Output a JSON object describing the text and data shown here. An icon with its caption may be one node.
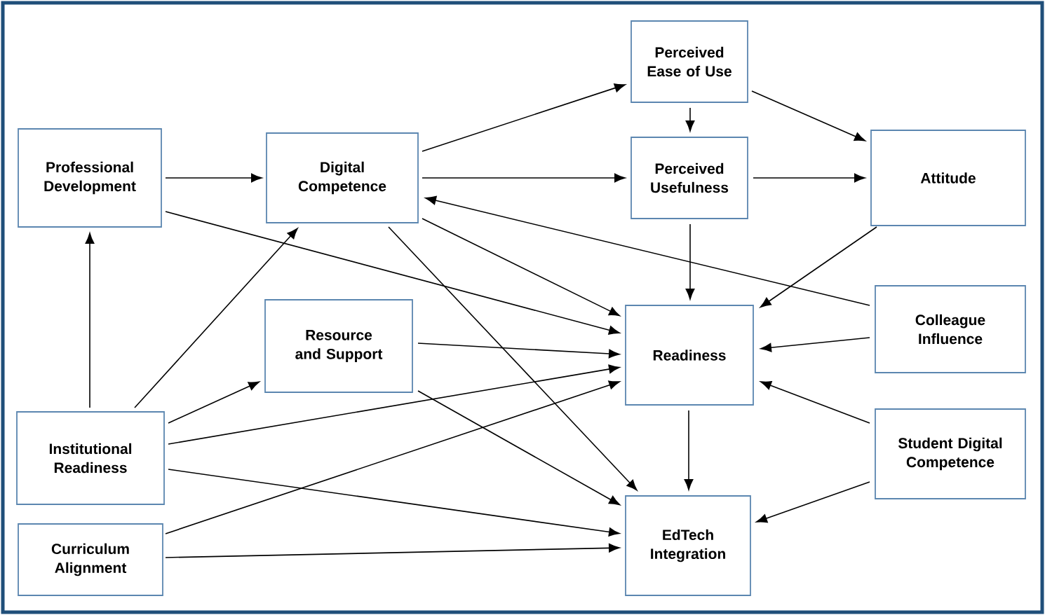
{
  "diagram": {
    "nodes": [
      {
        "text": [
          "Perceived Ease of Use"
        ]
      },
      {
        "text": [
          "Professional Development"
        ]
      },
      {
        "text": [
          "Digital Competence"
        ]
      },
      {
        "text": [
          "Perceived Usefulness"
        ]
      },
      {
        "text": [
          "Attitude"
        ]
      },
      {
        "text": [
          "Resource and Support"
        ]
      },
      {
        "text": [
          "Readiness"
        ]
      },
      {
        "text": [
          "Colleague Influence"
        ]
      },
      {
        "text": [
          "Institutional Readiness"
        ]
      },
      {
        "text": [
          "Student Digital Competence"
        ]
      },
      {
        "text": [
          "Curriculum Alignment"
        ]
      },
      {
        "text": [
          "EdTech Integration"
        ]
      }
    ],
    "edges": [
      {
        "from": 1,
        "to": 2,
        "arrow": "to"
      },
      {
        "from": 2,
        "to": 0,
        "arrow": "to"
      },
      {
        "from": 2,
        "to": 3,
        "arrow": "to"
      },
      {
        "from": 0,
        "to": 3,
        "arrow": "to"
      },
      {
        "from": 0,
        "to": 4,
        "arrow": "to"
      },
      {
        "from": 3,
        "to": 4,
        "arrow": "to"
      },
      {
        "from": 3,
        "to": 6,
        "arrow": "to"
      },
      {
        "from": 4,
        "to": 6,
        "arrow": "to"
      },
      {
        "from": 1,
        "to": 6,
        "arrow": "to"
      },
      {
        "from": 2,
        "to": 6,
        "arrow": "to"
      },
      {
        "from": 2,
        "to": 11,
        "arrow": "to"
      },
      {
        "from": 7,
        "to": 2,
        "arrow": "to"
      },
      {
        "from": 7,
        "to": 6,
        "arrow": "to"
      },
      {
        "from": 8,
        "to": 1,
        "arrow": "to"
      },
      {
        "from": 8,
        "to": 2,
        "arrow": "to"
      },
      {
        "from": 8,
        "to": 5,
        "arrow": "to"
      },
      {
        "from": 8,
        "to": 6,
        "arrow": "to"
      },
      {
        "from": 8,
        "to": 11,
        "arrow": "to"
      },
      {
        "from": 5,
        "to": 6,
        "arrow": "to"
      },
      {
        "from": 5,
        "to": 11,
        "arrow": "to"
      },
      {
        "from": 10,
        "to": 6,
        "arrow": "to"
      },
      {
        "from": 10,
        "to": 11,
        "arrow": "to"
      },
      {
        "from": 6,
        "to": 11,
        "arrow": "to"
      },
      {
        "from": 9,
        "to": 6,
        "arrow": "to"
      },
      {
        "from": 9,
        "to": 11,
        "arrow": "to"
      }
    ]
  }
}
